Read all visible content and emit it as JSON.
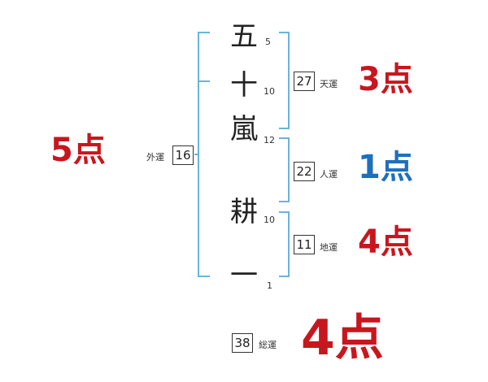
{
  "name": {
    "chars": [
      {
        "char": "五",
        "strokes": "5"
      },
      {
        "char": "十",
        "strokes": "10"
      },
      {
        "char": "嵐",
        "strokes": "12"
      },
      {
        "char": "耕",
        "strokes": "10"
      },
      {
        "char": "一",
        "strokes": "1"
      }
    ]
  },
  "luck": {
    "ten": {
      "value": "27",
      "label": "天運",
      "points": "3点"
    },
    "jin": {
      "value": "22",
      "label": "人運",
      "points": "1点"
    },
    "chi": {
      "value": "11",
      "label": "地運",
      "points": "4点"
    },
    "gai": {
      "value": "16",
      "label": "外運",
      "points": "5点"
    },
    "sou": {
      "value": "38",
      "label": "総運",
      "points": "4点"
    }
  },
  "colors": {
    "bracket": "#6ab4dc",
    "red": "#c8161e",
    "blue": "#1e6fbe",
    "text": "#222222"
  }
}
